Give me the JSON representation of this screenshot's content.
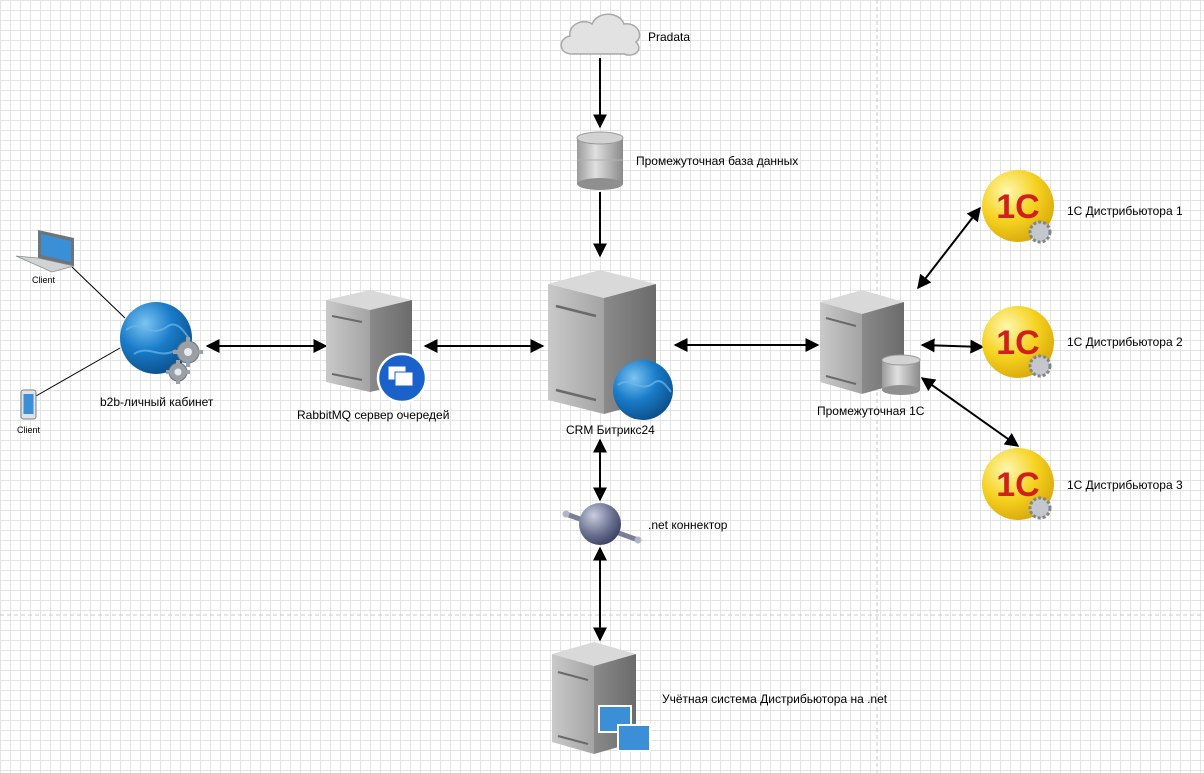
{
  "nodes": {
    "pradata": "Pradata",
    "intermediate_db": "Промежуточная база данных",
    "client_laptop": "Client",
    "client_phone": "Client",
    "b2b_cabinet": "b2b-личный кабинет",
    "rabbitmq": "RabbitMQ сервер очередей",
    "crm": "CRM Битрикс24",
    "intermediate_1c": "Промежуточная 1С",
    "distributor_1c_1": "1С Дистрибьютора 1",
    "distributor_1c_2": "1С Дистрибьютора 2",
    "distributor_1c_3": "1С Дистрибьютора 3",
    "net_connector": ".net коннектор",
    "dotnet_accounting": "Учётная система Дистрибьютора на .net"
  },
  "icons": {
    "pradata": "cloud-icon",
    "intermediate_db": "database-cylinder-icon",
    "client_laptop": "laptop-icon",
    "client_phone": "smartphone-icon",
    "b2b_cabinet": "globe-gears-icon",
    "rabbitmq": "server-queue-icon",
    "crm": "server-globe-icon",
    "intermediate_1c": "server-database-icon",
    "distributor_1c": "1c-logo-icon",
    "net_connector": "connector-sphere-icon",
    "dotnet_accounting": "server-windows-icon"
  },
  "colors": {
    "globe_blue": "#1a7cc9",
    "one_c_yellow": "#f5d21f",
    "one_c_red": "#d0201d",
    "server_gray": "#9a9a9a",
    "grid": "#e3e3e3"
  }
}
